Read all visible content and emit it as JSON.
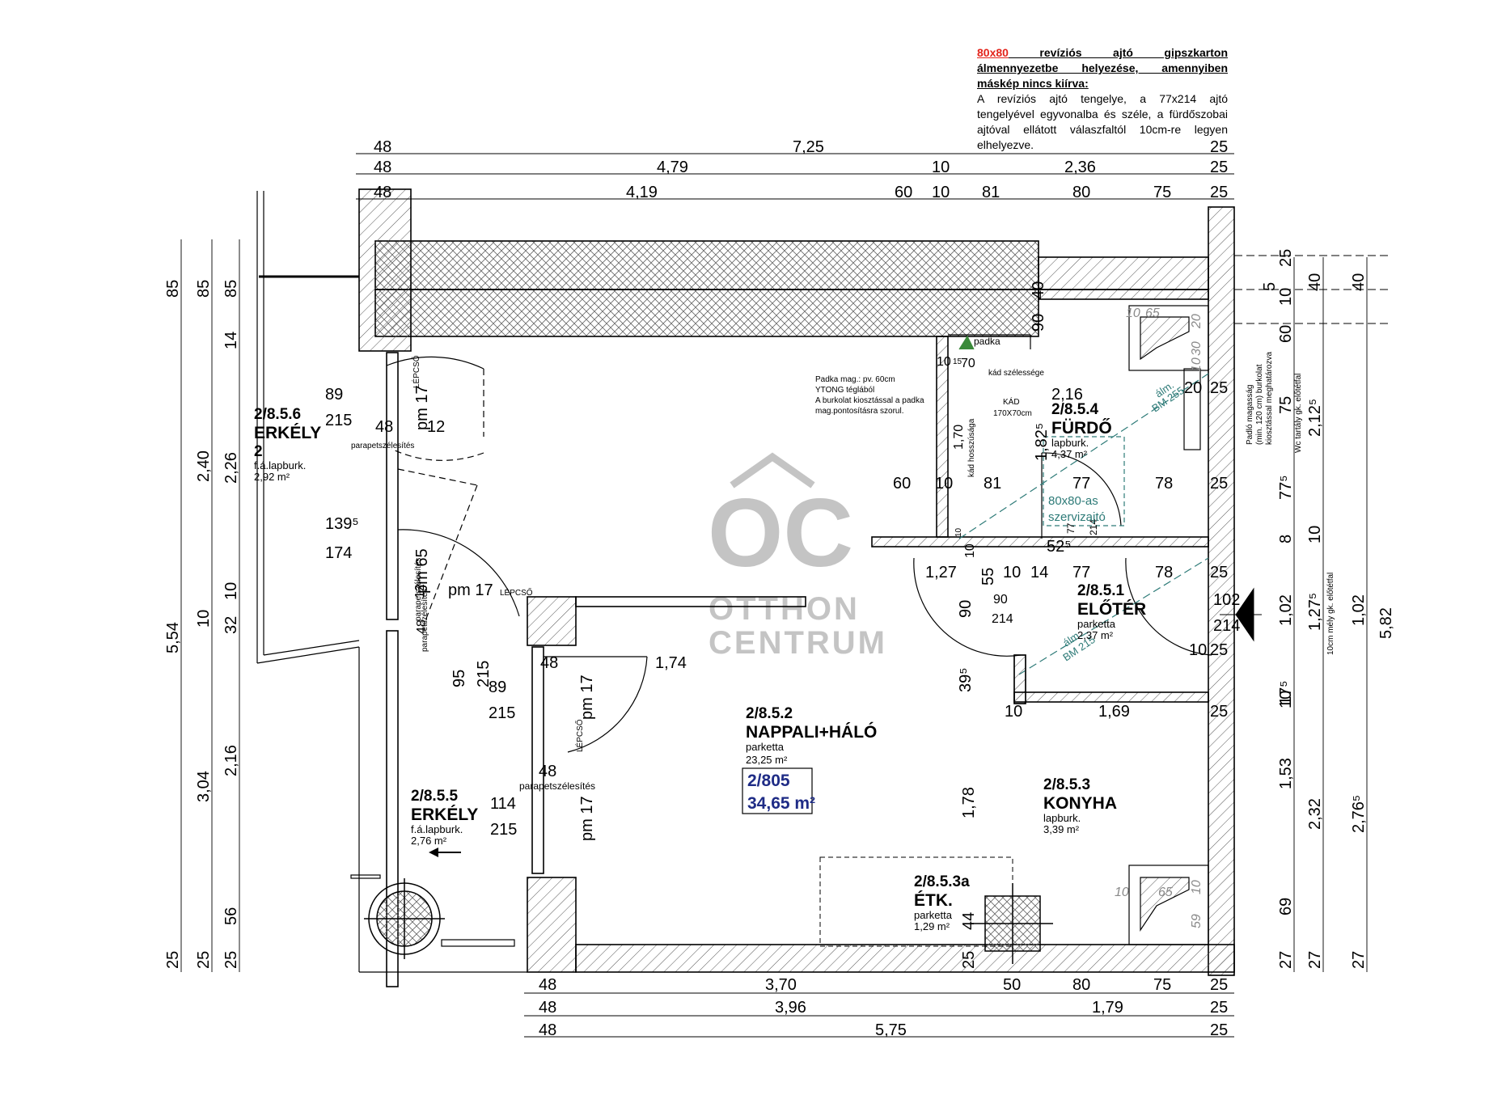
{
  "note": {
    "head_red": "80x80",
    "head_rest": " revíziós ajtó gipszkarton álmennyezetbe helyezése, amennyiben máskép nincs kiírva:",
    "body": "A revíziós ajtó tengelye, a 77x214 ajtó tengelyével egyvonalba és széle, a fürdőszobai ajtóval ellátott válaszfaltól 10cm-re legyen elhelyezve."
  },
  "logo": {
    "line1": "OTTHON",
    "line2": "CENTRUM",
    "mark": "OC"
  },
  "rooms": {
    "nappali": {
      "id": "2/8.5.2",
      "name": "NAPPALI+HÁLÓ",
      "floor": "parketta",
      "area": "23,25 m²"
    },
    "furdo": {
      "id": "2/8.5.4",
      "name": "FÜRDŐ",
      "floor": "lapburk.",
      "area": "4,37 m²"
    },
    "eloter": {
      "id": "2/8.5.1",
      "name": "ELŐTÉR",
      "floor": "parketta",
      "area": "2,37 m²"
    },
    "konyha": {
      "id": "2/8.5.3",
      "name": "KONYHA",
      "floor": "lapburk.",
      "area": "3,39 m²"
    },
    "etk": {
      "id": "2/8.5.3a",
      "name": "ÉTK.",
      "floor": "parketta",
      "area": "1,29 m²"
    },
    "erkely6": {
      "id": "2/8.5.6",
      "name": "ERKÉLY",
      "num": "2",
      "floor": "f.á.lapburk.",
      "area": "2,92 m²"
    },
    "erkely5": {
      "id": "2/8.5.5",
      "name": "ERKÉLY",
      "floor": "f.á.lapburk.",
      "area": "2,76 m²"
    }
  },
  "apartment": {
    "id": "2/805",
    "area": "34,65 m²"
  },
  "labels": {
    "padka": "padka",
    "padka_note1": "Padka mag.: pv. 60cm",
    "padka_note2": "YTONG téglából",
    "padka_note3": "A burkolat kiosztással a padka",
    "padka_note4": "mag.pontosításra szorul.",
    "kad_szel": "kád szélessége",
    "kad": "KÁD",
    "kad_size": "170X70cm",
    "kad_hossz": "kád hosszúsága",
    "szerviz1": "80x80-as",
    "szerviz2": "szervizajtó",
    "alm1": "álm.",
    "bm255": "BM 255",
    "alm2": "álm.",
    "bm215": "BM 215",
    "parapet": "parapetszélesítés",
    "lepcso": "LÉPCSŐ",
    "wc_note": "Wc tartály gk. előtétfal",
    "furdo_note1": "Padló magasság",
    "furdo_note2": "(min. 120 cm) burkolat",
    "furdo_note3": "kiosztással meghatározva",
    "elotetfal_note": "10cm mély gk. előtétfal"
  },
  "dims": {
    "top1": [
      "48",
      "7,25",
      "25"
    ],
    "top2": [
      "48",
      "4,79",
      "10",
      "2,36",
      "25"
    ],
    "top3": [
      "48",
      "4,19",
      "60",
      "10",
      "81",
      "80",
      "75",
      "25"
    ],
    "bot1": [
      "48",
      "3,70",
      "50",
      "80",
      "75",
      "25"
    ],
    "bot2": [
      "48",
      "3,96",
      "1,79",
      "25"
    ],
    "bot3": [
      "48",
      "5,75",
      "25"
    ],
    "left1": [
      "85",
      "5,54",
      "25"
    ],
    "left2": [
      "85",
      "2,40",
      "10",
      "3,04",
      "25"
    ],
    "left3": [
      "85",
      "14",
      "2,26",
      "10",
      "32",
      "2,16",
      "56",
      "25"
    ],
    "right_a": [
      "25",
      "5",
      "10",
      "60",
      "75",
      "77⁵",
      "8",
      "1,02",
      "10",
      "1,53",
      "69",
      "27"
    ],
    "right_b": [
      "40",
      "2,12⁵",
      "10",
      "1,27⁵",
      "17⁵",
      "2,32",
      "27"
    ],
    "right_c": [
      "40",
      "1,02",
      "5,82",
      "2,76⁵",
      "27"
    ],
    "inner": {
      "d60": "60",
      "d10a": "10",
      "d81": "81",
      "d77": "77",
      "d78": "78",
      "d25a": "25",
      "d127": "1,27",
      "d55": "55",
      "d10b": "10",
      "d14": "14",
      "d77b": "77",
      "d78b": "78",
      "d25b": "25",
      "d216": "2,16",
      "d70": "70",
      "d10c": "10",
      "d15": "15",
      "d170": "1,70",
      "d1825": "1,82⁵",
      "d20": "20",
      "d25c": "25",
      "d65": "65",
      "d30": "30",
      "d10e": "10",
      "d20b": "20",
      "d40": "40",
      "d90": "90",
      "d90b": "90",
      "d214": "214",
      "d90c": "90",
      "d102": "102",
      "d214b": "214",
      "d10f": "10",
      "d25d": "25",
      "d395": "39⁵",
      "d10g": "10",
      "d169": "1,69",
      "d25e": "25",
      "d525": "52⁵",
      "d77c": "77",
      "d214c": "214",
      "d1015": "10",
      "d10h": "10",
      "d174": "1,74",
      "d178": "1,78",
      "d44": "44",
      "d25f": "25",
      "w89": "89",
      "w215": "215",
      "w48": "48",
      "w12": "12",
      "pm17": "pm 17",
      "w1395": "139⁵",
      "w174": "174",
      "pm65": "pm 65",
      "w12b": "12",
      "pm17b": "pm 17",
      "w48b": "48",
      "w95": "95",
      "w215b": "215",
      "w48c": "48",
      "w89b": "89",
      "w215c": "215",
      "pm17c": "pm 17",
      "w48d": "48",
      "w114": "114",
      "w215d": "215",
      "pm17d": "pm 17",
      "k10": "10",
      "k65": "65",
      "k10b": "10",
      "k59": "59",
      "f10": "10",
      "f65": "65",
      "f20": "20",
      "f30": "30",
      "f10b": "10"
    }
  }
}
